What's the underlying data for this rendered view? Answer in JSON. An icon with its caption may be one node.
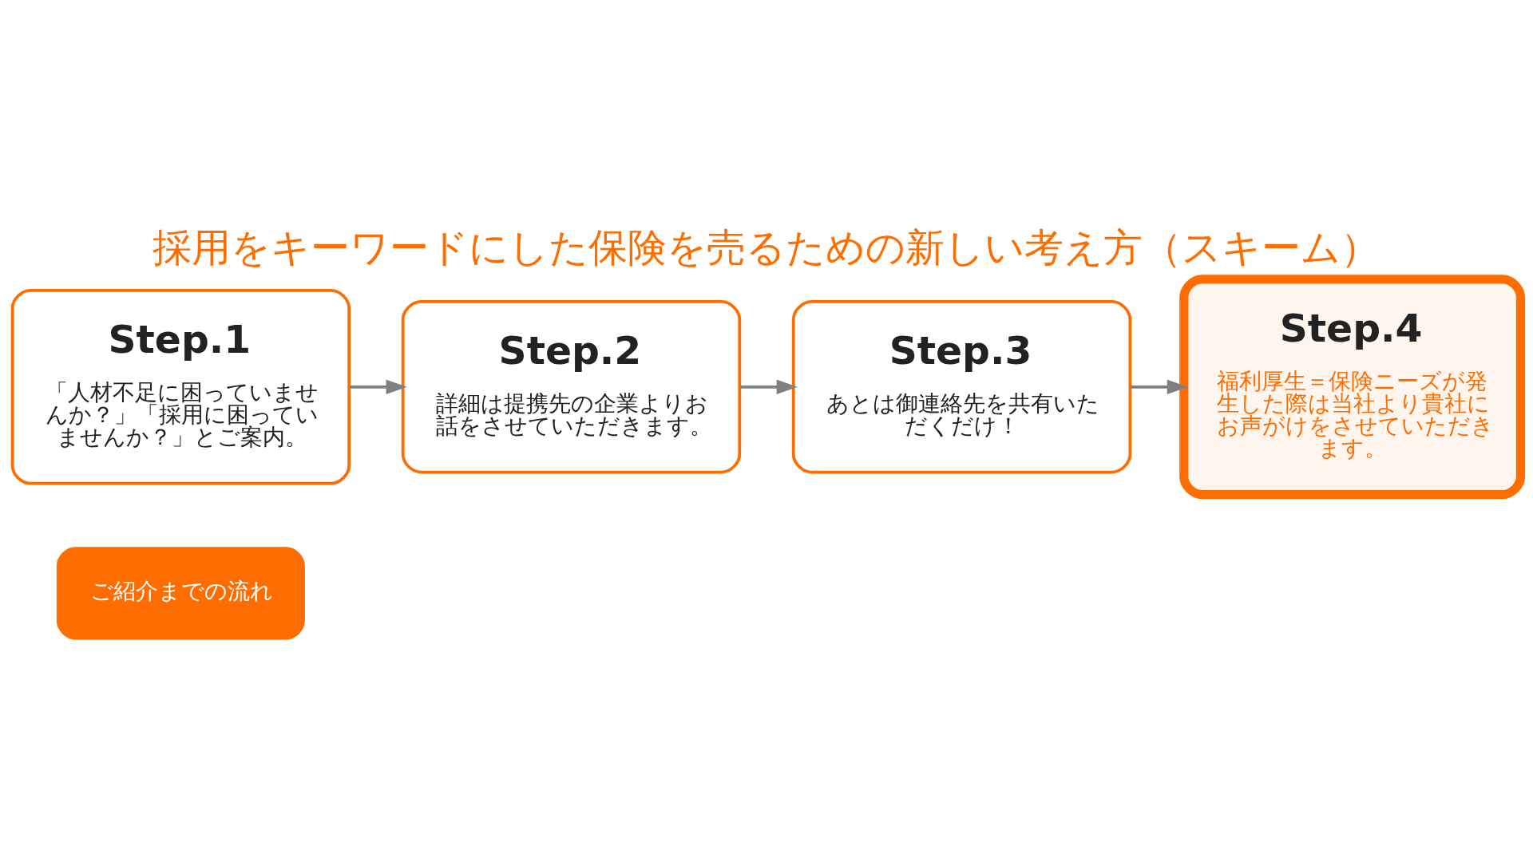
{
  "diagram": {
    "title": "採用をキーワードにした保険を売るための新しい考え方（スキーム）",
    "nodes": [
      {
        "text": [
          "ご紹介までの流れ"
        ]
      },
      {
        "text": [
          "Step.1",
          "「人材不足に困っていませんか？」「採用に困っていませんか？」とご案内。"
        ]
      },
      {
        "text": [
          "Step.2",
          "詳細は提携先の企業よりお話をさせていただきます。"
        ]
      },
      {
        "text": [
          "Step.3",
          "あとは御連絡先を共有いただくだけ！"
        ]
      },
      {
        "text": [
          "Step.4",
          "福利厚生＝保険ニーズが発生した際は当社より貴社にお声がけをさせていただきます。"
        ]
      }
    ],
    "edges": [
      {
        "from": 1,
        "to": 2,
        "arrow": "to"
      },
      {
        "from": 2,
        "to": 3,
        "arrow": "to"
      },
      {
        "from": 3,
        "to": 4,
        "arrow": "to"
      }
    ]
  }
}
